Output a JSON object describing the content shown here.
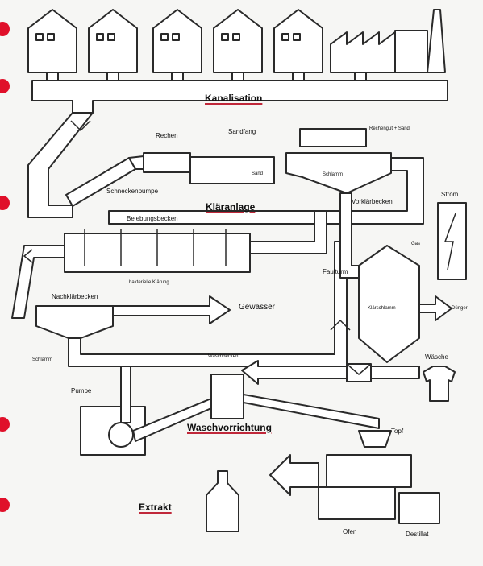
{
  "colors": {
    "paper": "#f6f6f4",
    "ink": "#2a2a2a",
    "pipe": "#ffffff",
    "binder_hole": "#e0102a",
    "underline": "#c0283a"
  },
  "binder_holes": 5,
  "labels": {
    "kanalisation": "Kanalisation",
    "rechen": "Rechen",
    "sandfang": "Sandfang",
    "rechengut_sand": "Rechengut + Sand",
    "sand": "Sand",
    "schlamm_top": "Schlamm",
    "schneckenpumpe": "Schneckenpumpe",
    "klaeranlage": "Kläranlage",
    "vorklaerbecken": "Vorklärbecken",
    "strom": "Strom",
    "belebungsbecken": "Belebungsbecken",
    "gas": "Gas",
    "faulturm": "Faulturm",
    "bakterielle_klaerung": "bakterielle Klärung",
    "nachklaerbecken": "Nachklärbecken",
    "gewaesser": "Gewässer",
    "klaerschlamm": "Klärschlamm",
    "duenger": "Dünger",
    "schlamm_bottom": "Schlamm",
    "waschbecken": "Waschbecken",
    "waesche": "Wäsche",
    "pumpe": "Pumpe",
    "waschvorrichtung": "Waschvorrichtung",
    "topf": "Topf",
    "extrakt": "Extrakt",
    "ofen": "Ofen",
    "destillat": "Destillat"
  }
}
